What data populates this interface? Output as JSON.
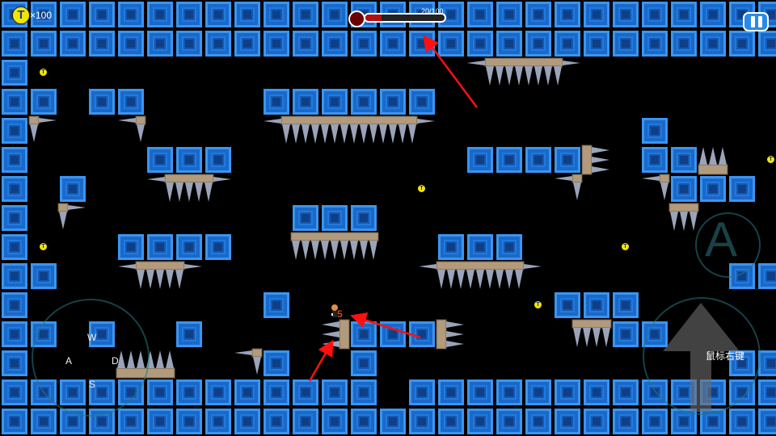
{
  "hud": {
    "coin_icon_letter": "T",
    "coin_count": "×100",
    "health_text": "20/100",
    "health_fraction": 0.2
  },
  "player": {
    "count": "5"
  },
  "controls": {
    "up": "W",
    "left": "A",
    "right": "D",
    "down": "S",
    "action_button": "A",
    "jump_label": "鼠标右键"
  },
  "coins": {
    "letter": "T"
  },
  "colors": {
    "tile": "#1e7be0",
    "health": "#b01010",
    "arrow": "#ff1010"
  }
}
